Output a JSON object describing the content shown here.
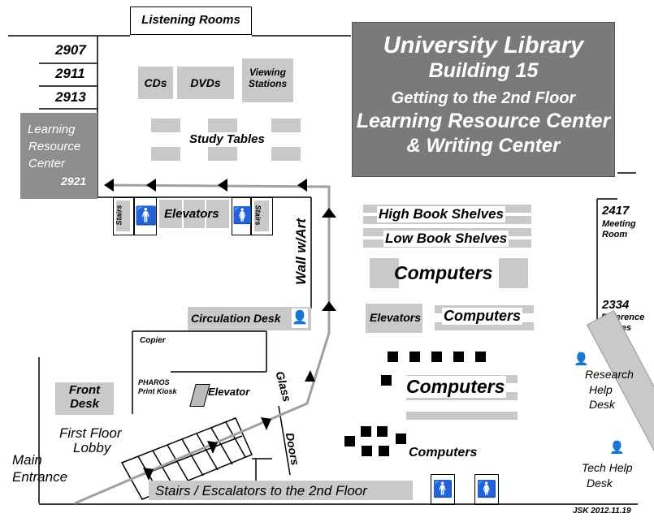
{
  "title": {
    "line1": "University Library",
    "line2": "Building 15",
    "line3": "Getting to the 2nd Floor",
    "line4": "Learning Resource Center",
    "line5": "& Writing Center"
  },
  "top": {
    "listening_rooms": "Listening Rooms",
    "rooms": [
      "2907",
      "2911",
      "2913"
    ],
    "cds": "CDs",
    "dvds": "DVDs",
    "viewing_line1": "Viewing",
    "viewing_line2": "Stations",
    "study_tables": "Study Tables",
    "lrc_line1": "Learning",
    "lrc_line2": "Resource",
    "lrc_line3": "Center",
    "lrc_room": "2921"
  },
  "core": {
    "stairs": "Stairs",
    "elevators": "Elevators",
    "wall_art": "Wall w/Art",
    "circulation_desk": "Circulation Desk",
    "copier": "Copier",
    "pharos_line1": "PHAROS",
    "pharos_line2": "Print Kiosk",
    "elevator": "Elevator",
    "glass": "Glass",
    "doors": "Doors"
  },
  "right": {
    "high_shelves": "High Book Shelves",
    "low_shelves": "Low Book Shelves",
    "computers_big": "Computers",
    "elevators2": "Elevators",
    "computers_mid": "Computers",
    "computers_lower": "Computers",
    "computers_small": "Computers",
    "meeting_room_num": "2417",
    "meeting_line1": "Meeting",
    "meeting_line2": "Room",
    "ref_num": "2334",
    "ref_line1": "Reference",
    "ref_line2": "Offices",
    "research_line1": "Research",
    "research_line2": "Help",
    "research_line3": "Desk",
    "tech_line1": "Tech Help",
    "tech_line2": "Desk"
  },
  "lobby": {
    "front_line1": "Front",
    "front_line2": "Desk",
    "first_floor_line1": "First Floor",
    "first_floor_line2": "Lobby",
    "main_line1": "Main",
    "main_line2": "Entrance",
    "stairs_escalators": "Stairs / Escalators to the 2nd Floor"
  },
  "credit": "JSK 2012.11.19",
  "colors": {
    "shade": "#c9c9c9",
    "title_bg": "#7a7a7a",
    "path": "#a0a0a0"
  }
}
